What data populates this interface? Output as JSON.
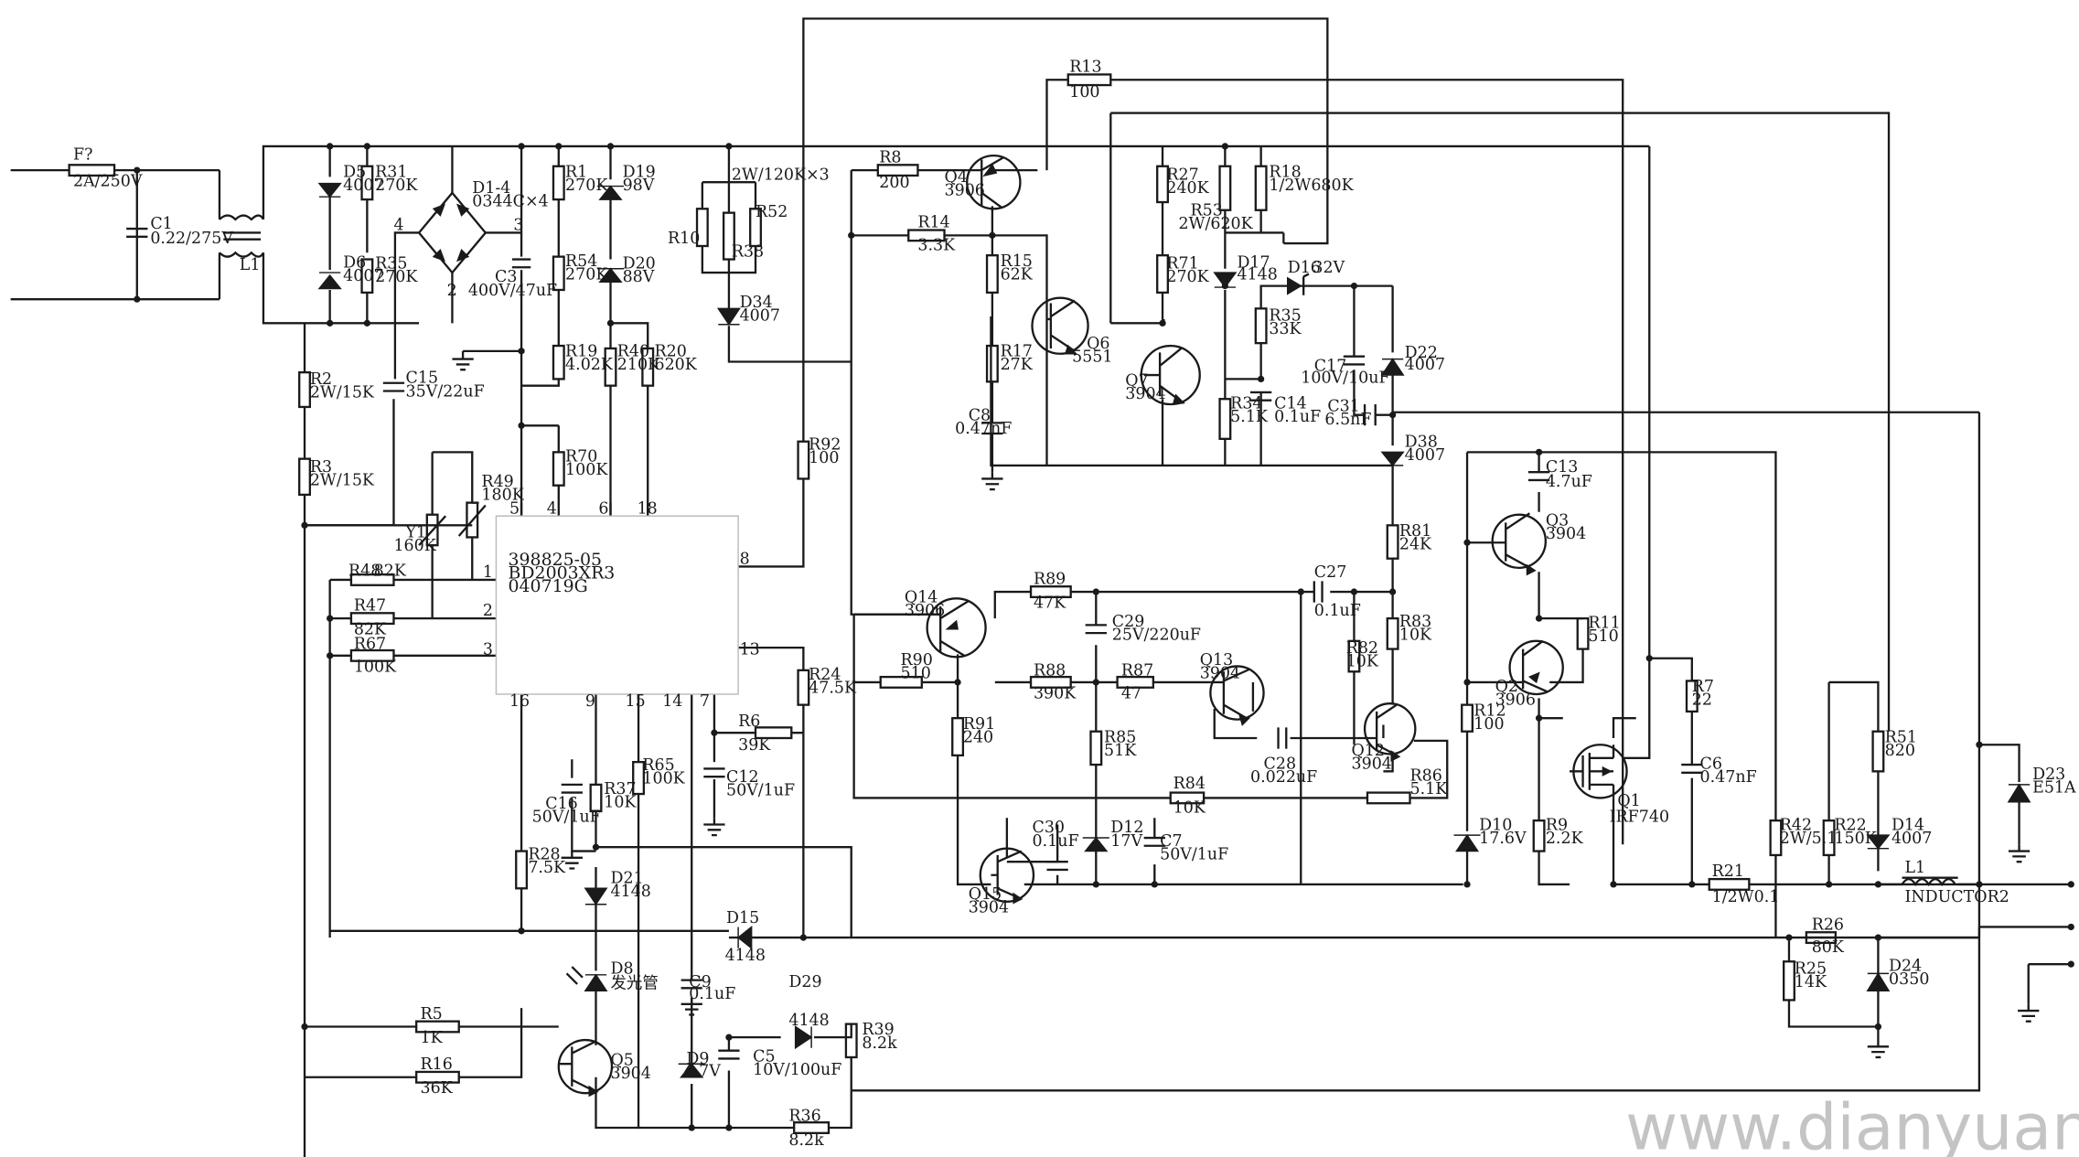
{
  "ic": {
    "line1": "398825-05",
    "line2": "BD2003XR3",
    "line3": "040719G",
    "pins": [
      "1",
      "2",
      "3",
      "4",
      "5",
      "6",
      "7",
      "8",
      "9",
      "13",
      "14",
      "15",
      "16",
      "18"
    ]
  },
  "node_labels": {
    "n4": "4",
    "n3": "3",
    "n2": "2"
  },
  "components": {
    "F7": {
      "ref": "F?",
      "val": "2A/250V"
    },
    "C1": {
      "ref": "C1",
      "val": "0.22/275V"
    },
    "L1": {
      "ref": "L1"
    },
    "D5": {
      "ref": "D5",
      "val": "4007"
    },
    "D6": {
      "ref": "D6",
      "val": "4007"
    },
    "R31": {
      "ref": "R31",
      "val": "270K"
    },
    "R35": {
      "ref": "R35",
      "val": "270K"
    },
    "D14br": {
      "ref": "D1-4",
      "val": "0344C×4"
    },
    "C3": {
      "ref": "C3",
      "val": "400V/47uF"
    },
    "C15": {
      "ref": "C15",
      "val": "35V/22uF"
    },
    "R2": {
      "ref": "R2",
      "val": "2W/15K"
    },
    "R3": {
      "ref": "R3",
      "val": "2W/15K"
    },
    "R1": {
      "ref": "R1",
      "val": "270K"
    },
    "R54": {
      "ref": "R54",
      "val": "270K"
    },
    "R19": {
      "ref": "R19",
      "val": "4.02K"
    },
    "R40": {
      "ref": "R40",
      "val": "210K"
    },
    "R20": {
      "ref": "R20",
      "val": "620K"
    },
    "R70": {
      "ref": "R70",
      "val": "100K"
    },
    "D19": {
      "ref": "D19",
      "val": "98V"
    },
    "D20": {
      "ref": "D20",
      "val": "88V"
    },
    "R10": {
      "ref": "R10"
    },
    "R38": {
      "ref": "R38"
    },
    "R52": {
      "ref": "R52",
      "val": "2W/120K×3"
    },
    "D34": {
      "ref": "D34",
      "val": "4007"
    },
    "Y1": {
      "ref": "Y1",
      "val": "160K"
    },
    "R49": {
      "ref": "R49",
      "val": "180K"
    },
    "R48": {
      "ref": "R48",
      "val": "82K"
    },
    "R47": {
      "ref": "R47",
      "val": "82K"
    },
    "R67": {
      "ref": "R67",
      "val": "100K"
    },
    "R92": {
      "ref": "R92",
      "val": "100"
    },
    "R8": {
      "ref": "R8",
      "val": "200"
    },
    "R13": {
      "ref": "R13",
      "val": "100"
    },
    "Q4": {
      "ref": "Q4",
      "val": "3906"
    },
    "R14": {
      "ref": "R14",
      "val": "3.3K"
    },
    "R15": {
      "ref": "R15",
      "val": "62K"
    },
    "R17": {
      "ref": "R17",
      "val": "27K"
    },
    "C8": {
      "ref": "C8",
      "val": "0.47nF"
    },
    "Q6": {
      "ref": "Q6",
      "val": "5551"
    },
    "R27": {
      "ref": "R27",
      "val": "240K"
    },
    "R71": {
      "ref": "R71",
      "val": "270K"
    },
    "R18": {
      "ref": "R18",
      "val": "1/2W680K"
    },
    "R53": {
      "ref": "R53",
      "val": "2W/620K"
    },
    "D17": {
      "ref": "D17",
      "val": "4148"
    },
    "D16": {
      "ref": "D16",
      "val": "32V"
    },
    "Q7": {
      "ref": "Q7",
      "val": "3904"
    },
    "R35b": {
      "ref": "R35",
      "val": "33K"
    },
    "R34": {
      "ref": "R34",
      "val": "5.1K"
    },
    "C14": {
      "ref": "C14",
      "val": "0.1uF"
    },
    "C17": {
      "ref": "C17",
      "val": "100V/10uF"
    },
    "C31": {
      "ref": "C31",
      "val": "6.5nF"
    },
    "D22": {
      "ref": "D22",
      "val": "4007"
    },
    "D38": {
      "ref": "D38",
      "val": "4007"
    },
    "R81": {
      "ref": "R81",
      "val": "24K"
    },
    "R83": {
      "ref": "R83",
      "val": "10K"
    },
    "R82": {
      "ref": "R82",
      "val": "10K"
    },
    "C27": {
      "ref": "C27",
      "val": "0.1uF"
    },
    "Q14": {
      "ref": "Q14",
      "val": "3906"
    },
    "R89": {
      "ref": "R89",
      "val": "47K"
    },
    "C29": {
      "ref": "C29",
      "val": "25V/220uF"
    },
    "R90": {
      "ref": "R90",
      "val": "510"
    },
    "R88": {
      "ref": "R88",
      "val": "390K"
    },
    "R87": {
      "ref": "R87",
      "val": "47"
    },
    "Q13": {
      "ref": "Q13",
      "val": "3904"
    },
    "Q12": {
      "ref": "Q12",
      "val": "3904"
    },
    "R86": {
      "ref": "R86",
      "val": "5.1K"
    },
    "C28": {
      "ref": "C28",
      "val": "0.022uF"
    },
    "R85": {
      "ref": "R85",
      "val": "51K"
    },
    "R84": {
      "ref": "R84",
      "val": "10K"
    },
    "R91": {
      "ref": "R91",
      "val": "240"
    },
    "C30": {
      "ref": "C30",
      "val": "0.1uF"
    },
    "D12": {
      "ref": "D12",
      "val": "17V"
    },
    "C7": {
      "ref": "C7",
      "val": "50V/1uF"
    },
    "Q15": {
      "ref": "Q15",
      "val": "3904"
    },
    "R24": {
      "ref": "R24",
      "val": "47.5K"
    },
    "R6": {
      "ref": "R6",
      "val": "39K"
    },
    "C12": {
      "ref": "C12",
      "val": "50V/1uF"
    },
    "C16": {
      "ref": "C16",
      "val": "50V/1uF"
    },
    "R37": {
      "ref": "R37",
      "val": "10K"
    },
    "R65": {
      "ref": "R65",
      "val": "100K"
    },
    "R28": {
      "ref": "R28",
      "val": "7.5K"
    },
    "D21": {
      "ref": "D21",
      "val": "4148"
    },
    "D15": {
      "ref": "D15",
      "val": "4148"
    },
    "D8": {
      "ref": "D8",
      "val": "发光管"
    },
    "C9": {
      "ref": "C9",
      "val": "0.1uF"
    },
    "D29": {
      "ref": "D29",
      "val": "4148"
    },
    "D9": {
      "ref": "D9",
      "val": "4.7V"
    },
    "C5": {
      "ref": "C5",
      "val": "10V/100uF"
    },
    "R39": {
      "ref": "R39",
      "val": "8.2k"
    },
    "R36": {
      "ref": "R36",
      "val": "8.2k"
    },
    "R5": {
      "ref": "R5",
      "val": "1K"
    },
    "R16": {
      "ref": "R16",
      "val": "36K"
    },
    "Q5": {
      "ref": "Q5",
      "val": "3904"
    },
    "C13": {
      "ref": "C13",
      "val": "4.7uF"
    },
    "Q3": {
      "ref": "Q3",
      "val": "3904"
    },
    "Q2": {
      "ref": "Q2",
      "val": "3906"
    },
    "R11": {
      "ref": "R11",
      "val": "510"
    },
    "R12": {
      "ref": "R12",
      "val": "100"
    },
    "D10": {
      "ref": "D10",
      "val": "17.6V"
    },
    "R9": {
      "ref": "R9",
      "val": "2.2K"
    },
    "Q1": {
      "ref": "Q1",
      "val": "IRF740"
    },
    "R7": {
      "ref": "R7",
      "val": "22"
    },
    "C6": {
      "ref": "C6",
      "val": "0.47nF"
    },
    "R42": {
      "ref": "R42",
      "val": "2W/5.1"
    },
    "R22": {
      "ref": "R22",
      "val": "150K"
    },
    "R51": {
      "ref": "R51",
      "val": "820"
    },
    "D14": {
      "ref": "D14",
      "val": "4007"
    },
    "D23": {
      "ref": "D23",
      "val": "E51A"
    },
    "R21": {
      "ref": "R21",
      "val": "1/2W0.1"
    },
    "L1out": {
      "ref": "L1",
      "val": "INDUCTOR2"
    },
    "R26": {
      "ref": "R26",
      "val": "80K"
    },
    "R25": {
      "ref": "R25",
      "val": "14K"
    },
    "D24": {
      "ref": "D24",
      "val": "0350"
    }
  },
  "watermark": "www.dianyuanbbs.com"
}
